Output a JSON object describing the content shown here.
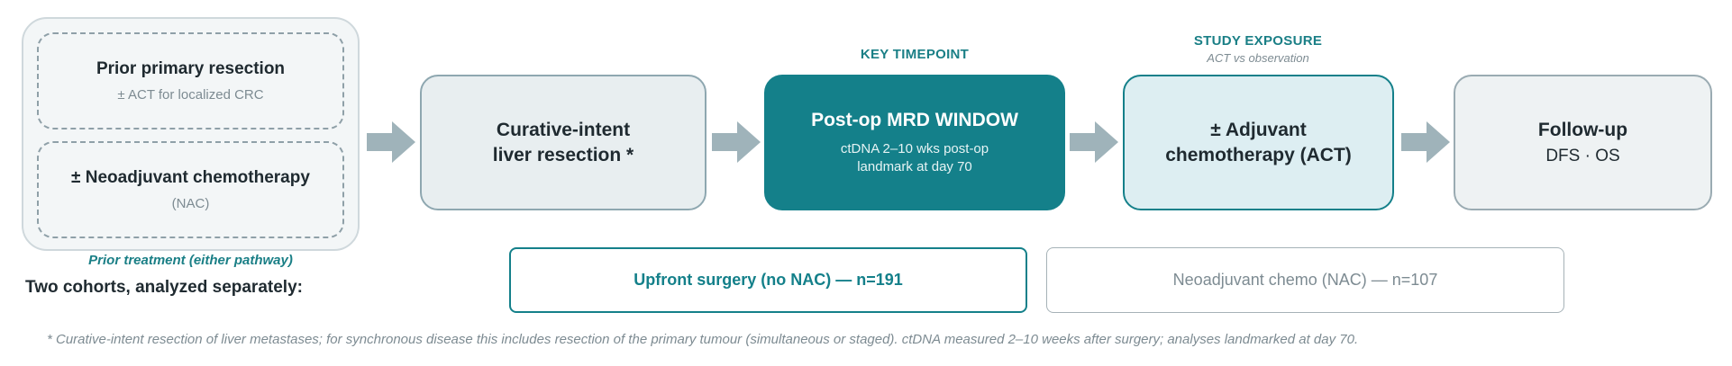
{
  "prior": {
    "box1": {
      "title": "Prior primary resection",
      "subtitle": "± ACT for localized CRC"
    },
    "box2": {
      "title": "± Neoadjuvant chemotherapy",
      "subtitle": "(NAC)"
    },
    "caption": "Prior treatment (either pathway)"
  },
  "cohorts": {
    "label": "Two cohorts, analyzed separately:",
    "upfront": "Upfront surgery (no NAC) — n=191",
    "neoadjuvant": "Neoadjuvant chemo (NAC) — n=107"
  },
  "steps": {
    "resection": {
      "line1": "Curative-intent",
      "line2": "liver resection *"
    },
    "mrd": {
      "label": "KEY TIMEPOINT",
      "title": "Post-op MRD WINDOW",
      "sub1": "ctDNA 2–10 wks post-op",
      "sub2": "landmark at day 70"
    },
    "act": {
      "label": "STUDY EXPOSURE",
      "label_sub": "ACT vs observation",
      "line1": "± Adjuvant",
      "line2": "chemotherapy (ACT)"
    },
    "followup": {
      "title": "Follow-up",
      "sub": "DFS · OS"
    }
  },
  "footnote": "* Curative-intent resection of liver metastases; for synchronous disease this includes resection of the primary tumour (simultaneous or staged). ctDNA measured 2–10 weeks after surgery; analyses landmarked at day 70.",
  "colors": {
    "teal": "#14808a",
    "arrow": "#9fb3ba",
    "light_box": "#e8eef0",
    "muted_text": "#7d8b92"
  }
}
